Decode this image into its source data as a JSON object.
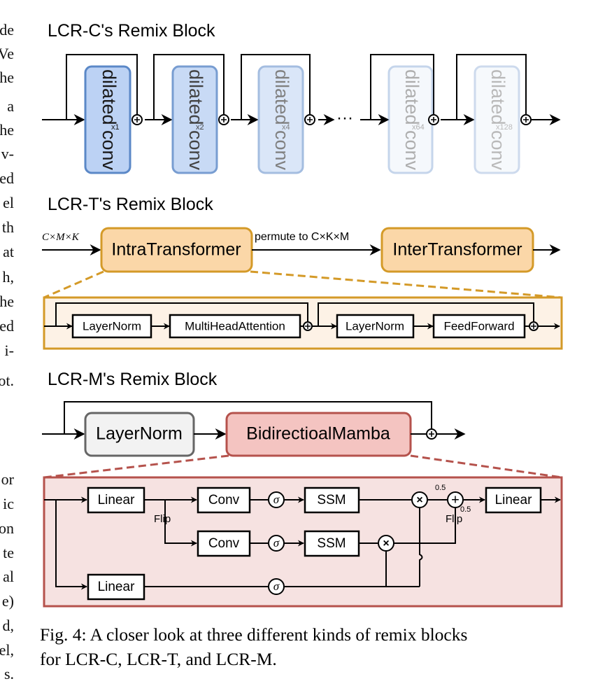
{
  "left_margin_fragments_top": [
    "de",
    "Ve",
    "he",
    "a",
    "he",
    "v-",
    "ed",
    "el",
    "th",
    "at",
    "h,",
    "he",
    "ed",
    "i-",
    "ot."
  ],
  "left_margin_fragments_bottom": [
    "or",
    "ic",
    "on",
    "te",
    "al",
    "e)",
    "d,",
    "el,",
    "s."
  ],
  "section_c": {
    "title": "LCR-C's Remix Block",
    "blocks": [
      {
        "label": "dilated conv",
        "dilation": "x1"
      },
      {
        "label": "dilated conv",
        "dilation": "x2"
      },
      {
        "label": "dilated conv",
        "dilation": "x4"
      },
      {
        "label": "dilated conv",
        "dilation": "x64"
      },
      {
        "label": "dilated conv",
        "dilation": "x128"
      }
    ],
    "ellipsis": "···"
  },
  "section_t": {
    "title": "LCR-T's Remix Block",
    "input_label": "C×M×K",
    "intra": "IntraTransformer",
    "permute_label": "permute to C×K×M",
    "inter": "InterTransformer",
    "detail": {
      "layernorm1": "LayerNorm",
      "mha": "MultiHeadAttention",
      "layernorm2": "LayerNorm",
      "ff": "FeedForward"
    }
  },
  "section_m": {
    "title": "LCR-M's Remix Block",
    "layernorm": "LayerNorm",
    "mamba": "BidirectioalMamba",
    "detail": {
      "linear_top": "Linear",
      "flip_left": "Flip",
      "conv_top": "Conv",
      "ssm_top": "SSM",
      "conv_bottom": "Conv",
      "ssm_bottom": "SSM",
      "linear_bottom": "Linear",
      "sigma": "σ",
      "times": "×",
      "plus": "+",
      "half_a": "0.5",
      "half_b": "0.5",
      "flip_right": "Flip",
      "linear_out": "Linear"
    }
  },
  "caption": {
    "line1": "Fig. 4: A closer look at three different kinds of remix blocks",
    "line2": "for LCR-C, LCR-T, and LCR-M."
  },
  "colors": {
    "conv_fill": "#bcd2f4",
    "conv_stroke": "#5b88c7",
    "transformer_fill": "#fbd7a8",
    "transformer_stroke": "#d49a28",
    "detail_t_fill": "#fdf2e6",
    "detail_t_stroke": "#d49a28",
    "mamba_fill": "#f4c4c1",
    "mamba_stroke": "#b5524c",
    "detail_m_fill": "#f6e2e1",
    "layernorm_fill": "#f2f2f2",
    "layernorm_stroke": "#666666"
  }
}
